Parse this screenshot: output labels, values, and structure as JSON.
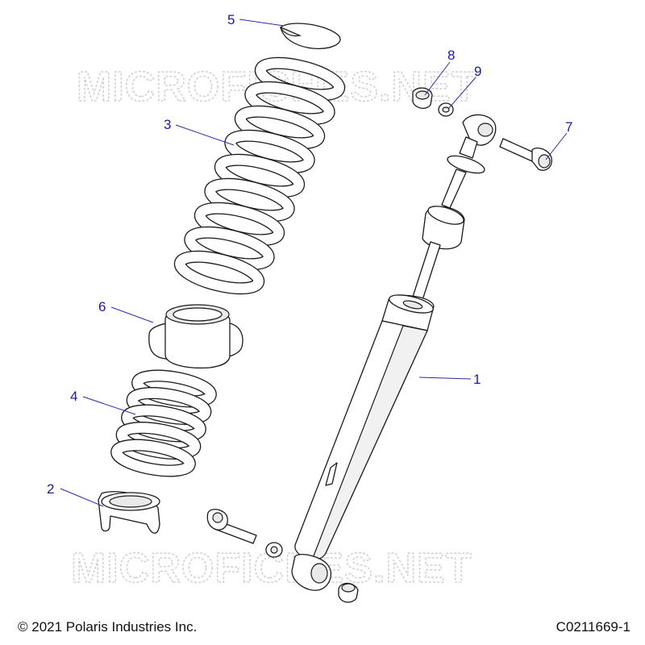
{
  "watermark": "MICROFICHES.NET",
  "callouts": [
    "1",
    "2",
    "3",
    "4",
    "5",
    "6",
    "7",
    "8",
    "9"
  ],
  "footer": {
    "copyright": "© 2021 Polaris Industries Inc.",
    "drawing_code": "C0211669-1"
  },
  "colors": {
    "callout": "#1a1aa0",
    "leader": "#2a2aaa",
    "watermark": "#d2d2d2",
    "linework": "#1a1a1a"
  }
}
